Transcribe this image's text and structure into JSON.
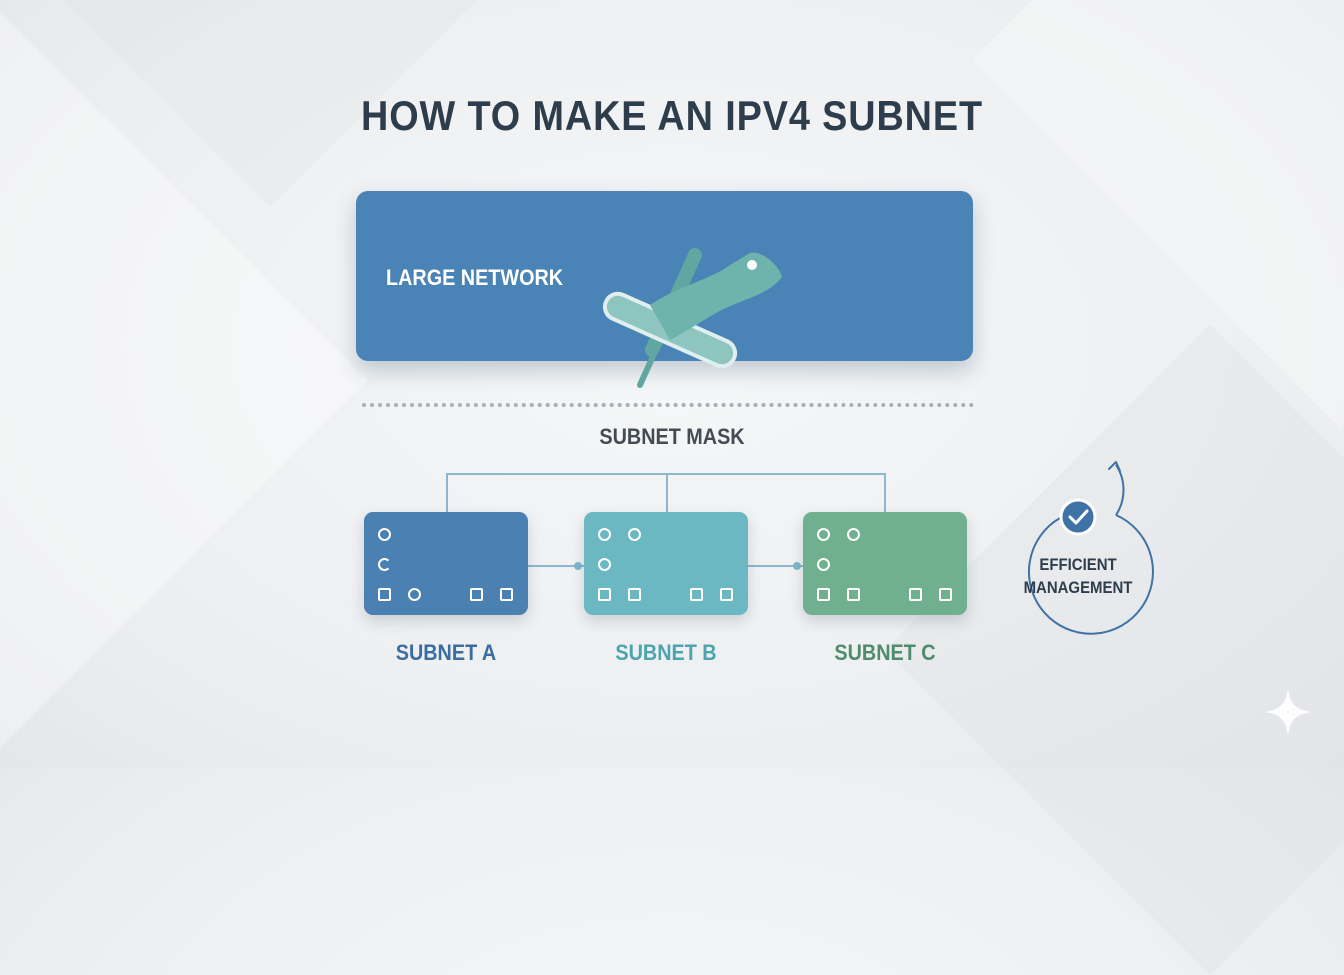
{
  "title": "HOW TO MAKE AN IPV4 SUBNET",
  "large_network": {
    "label": "LARGE NETWORK"
  },
  "mask": {
    "label": "SUBNET MASK"
  },
  "subnets": [
    {
      "label": "SUBNET A"
    },
    {
      "label": "SUBNET B"
    },
    {
      "label": "SUBNET C"
    }
  ],
  "efficiency": {
    "label_line1": "EFFICIENT",
    "label_line2": "MANAGEMENT",
    "icon": "check-icon"
  },
  "colors": {
    "title": "#2e3d4b",
    "large_network": "#4a83b5",
    "subnet_a": "#4a80b2",
    "subnet_b": "#6bb7c2",
    "subnet_c": "#70b08f",
    "connector": "#7fa9c7",
    "slicer": "#6fb3ad"
  }
}
